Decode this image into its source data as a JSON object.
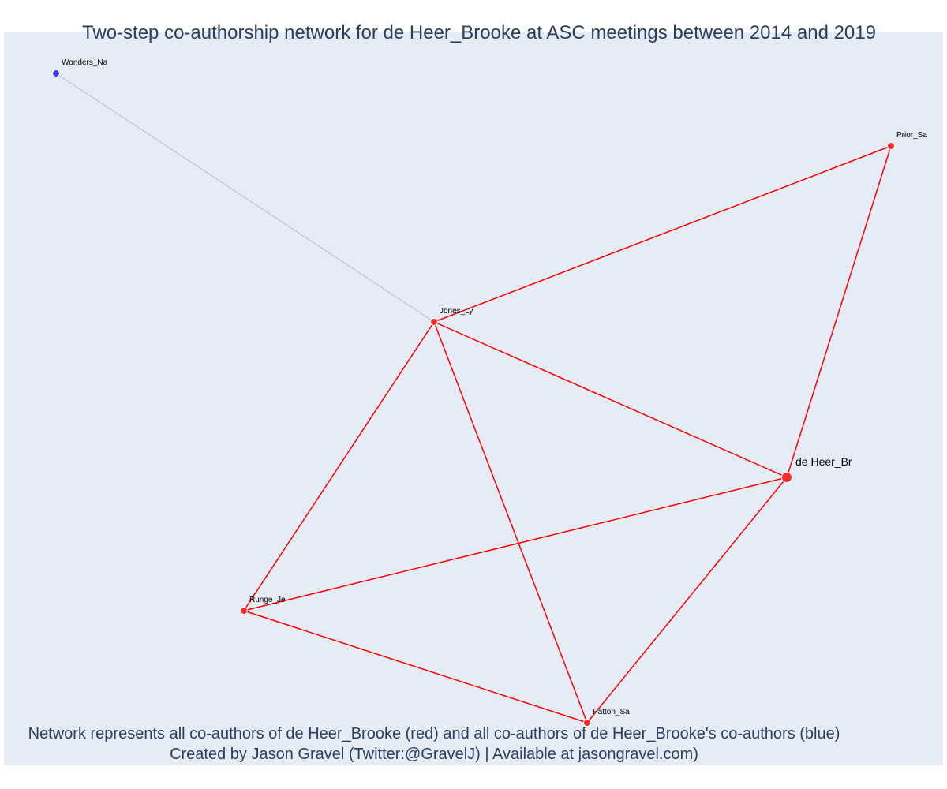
{
  "title": "Two-step co-authorship network for de Heer_Brooke at ASC meetings between 2014 and 2019",
  "footer": {
    "line1": "Network represents all co-authors of de Heer_Brooke (red) and all co-authors of de Heer_Brooke's co-authors (blue)",
    "line2": "Created by Jason Gravel (Twitter:@GravelJ) | Available at jasongravel.com)"
  },
  "colors": {
    "background": "#e5ecf6",
    "first_degree": "#ff2a2a",
    "second_degree": "#3b3bf0",
    "first_degree_edge": "#ff0000",
    "second_degree_edge": "#b8bccc"
  },
  "nodes": [
    {
      "id": "wonders",
      "label": "Wonders_Na",
      "group": "second_degree"
    },
    {
      "id": "prior",
      "label": "Prior_Sa",
      "group": "first_degree"
    },
    {
      "id": "jones",
      "label": "Jones_Ly",
      "group": "first_degree"
    },
    {
      "id": "deheer",
      "label": "de Heer_Br",
      "group": "focal"
    },
    {
      "id": "runge",
      "label": "Runge_Je",
      "group": "first_degree"
    },
    {
      "id": "patton",
      "label": "Patton_Sa",
      "group": "first_degree"
    }
  ],
  "edges": [
    {
      "source": "wonders",
      "target": "jones",
      "group": "second_degree"
    },
    {
      "source": "jones",
      "target": "prior",
      "group": "first_degree"
    },
    {
      "source": "prior",
      "target": "deheer",
      "group": "first_degree"
    },
    {
      "source": "jones",
      "target": "deheer",
      "group": "first_degree"
    },
    {
      "source": "jones",
      "target": "runge",
      "group": "first_degree"
    },
    {
      "source": "jones",
      "target": "patton",
      "group": "first_degree"
    },
    {
      "source": "runge",
      "target": "deheer",
      "group": "first_degree"
    },
    {
      "source": "runge",
      "target": "patton",
      "group": "first_degree"
    },
    {
      "source": "patton",
      "target": "deheer",
      "group": "first_degree"
    }
  ]
}
